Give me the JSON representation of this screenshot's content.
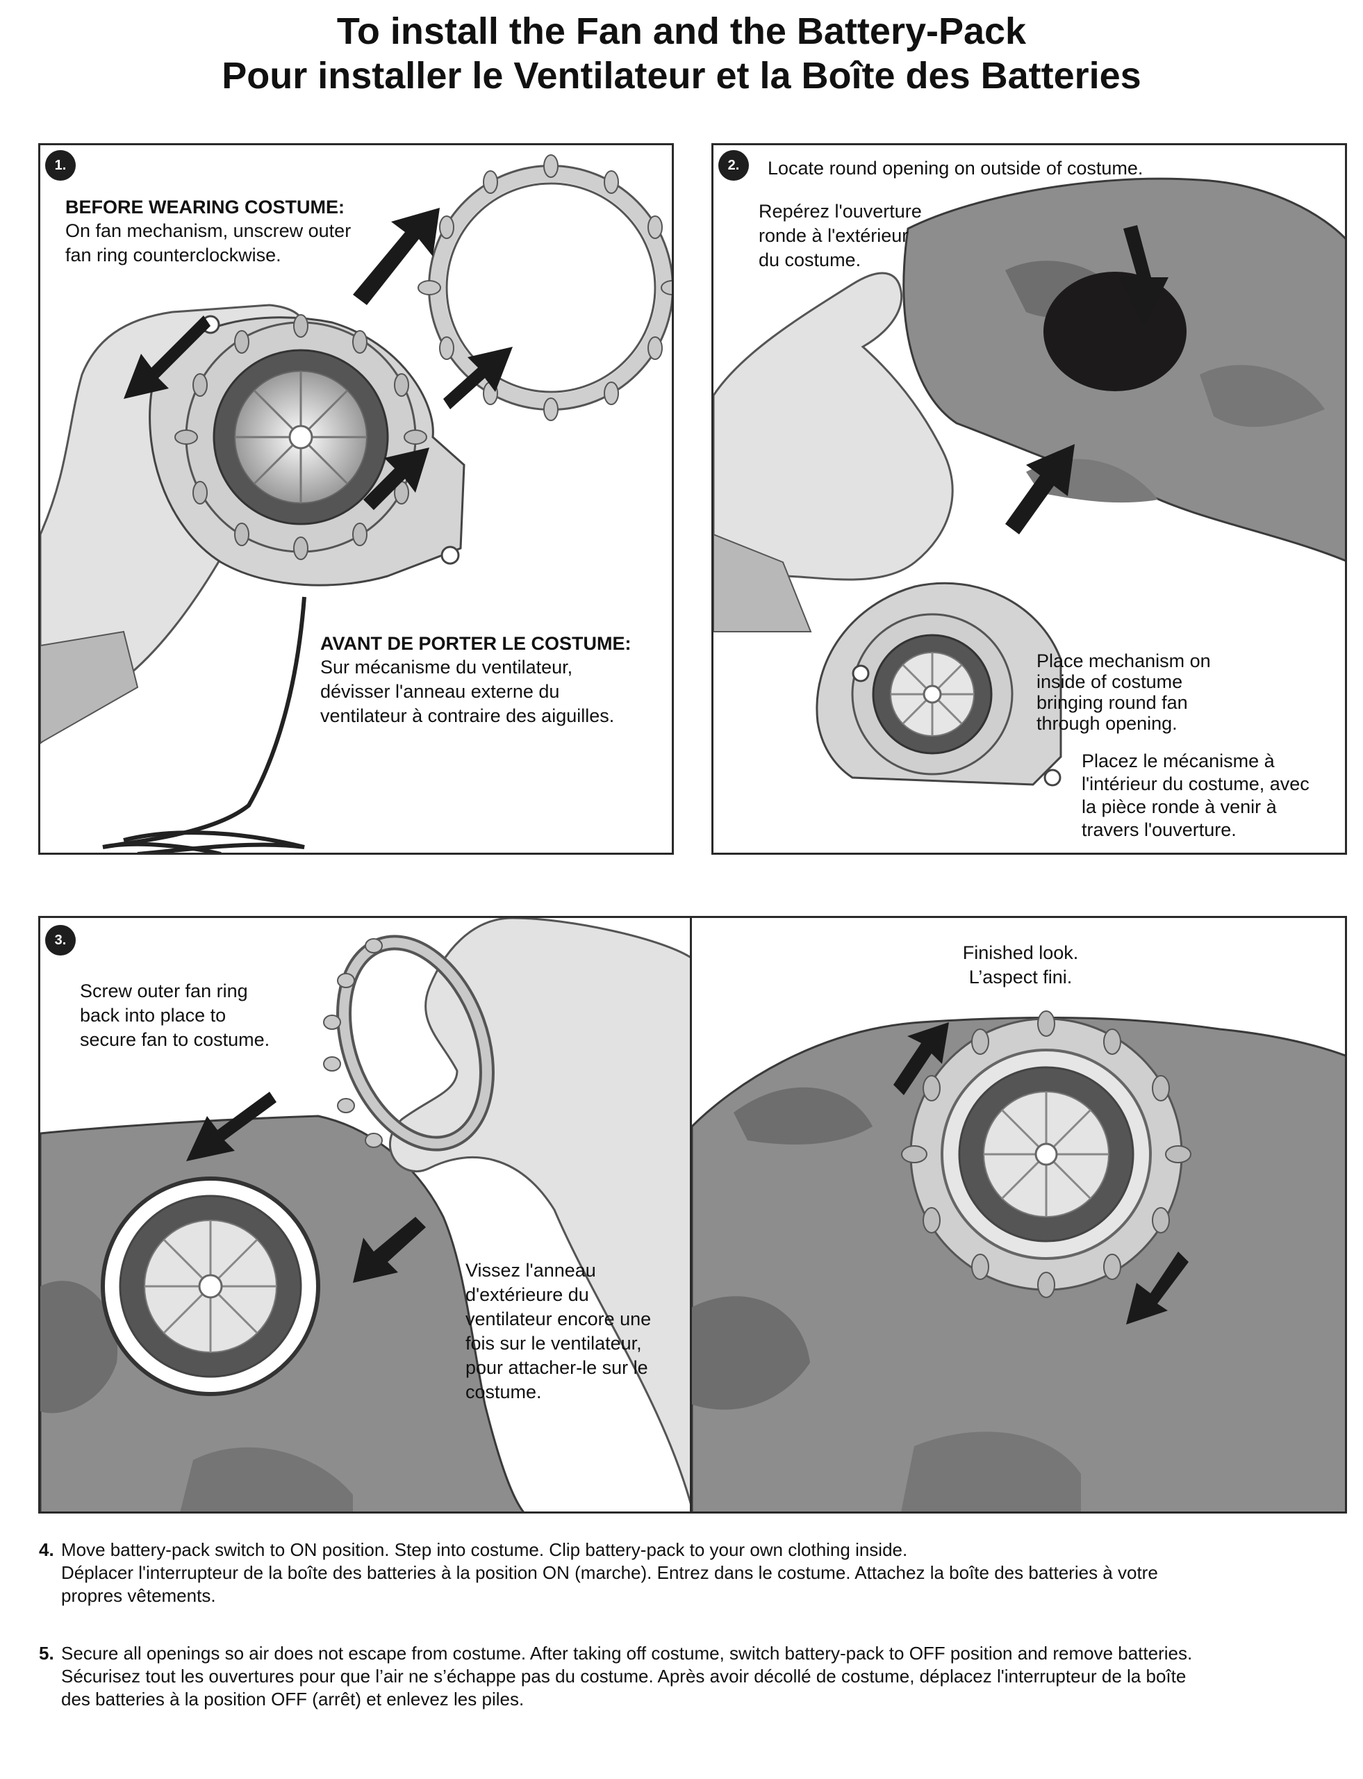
{
  "title": {
    "line1": "To install the Fan and the Battery-Pack",
    "line2": "Pour installer le Ventilateur et la Boîte des Batteries"
  },
  "panel1": {
    "number": "1.",
    "en_heading": "BEFORE WEARING COSTUME:",
    "en_text": "On fan mechanism, unscrew outer\nfan ring counterclockwise.",
    "fr_heading": "AVANT DE PORTER LE COSTUME:",
    "fr_text": "Sur mécanisme du ventilateur,\ndévisser l'anneau externe du\nventilateur à contraire des aiguilles."
  },
  "panel2": {
    "number": "2.",
    "en_locate": "Locate round opening on outside of costume.",
    "fr_locate": "Repérez l'ouverture\nronde à l'extérieur\ndu costume.",
    "en_place": "Place mechanism on\ninside of costume\nbringing round fan\nthrough opening.",
    "fr_place": "Placez le mécanisme à\nl'intérieur du costume, avec\nla pièce ronde à venir à\ntravers l'ouverture."
  },
  "panel3": {
    "number": "3.",
    "en_text": "Screw outer fan ring\nback into place to\nsecure fan to costume.",
    "fr_text": "Vissez l'anneau\nd'extérieure du\nventilateur encore une\nfois sur le ventilateur,\npour attacher-le sur le\ncostume."
  },
  "panel4": {
    "en_text": "Finished look.",
    "fr_text": "L’aspect fini."
  },
  "steps": [
    {
      "number": "4.",
      "text": "Move battery-pack switch to ON position. Step into costume. Clip battery-pack to your own clothing inside.\nDéplacer l'interrupteur de la boîte des batteries à la position ON (marche). Entrez dans le costume. Attachez la boîte des batteries à votre\npropres vêtements."
    },
    {
      "number": "5.",
      "text": "Secure all openings so air does not escape from costume. After taking off costume, switch battery-pack to OFF position and remove batteries.\nSécurisez tout les ouvertures pour que l’air ne s’échappe pas du costume. Après avoir décollé de costume, déplacez l'interrupteur de la boîte\ndes batteries à la position OFF (arrêt) et enlevez les piles."
    }
  ],
  "colors": {
    "rock": "#8d8d8d",
    "rock_dark": "#6e6e6e",
    "glove": "#e2e2e2",
    "fan_body": "#d4d4d4",
    "arrow": "#1a1a1a"
  }
}
